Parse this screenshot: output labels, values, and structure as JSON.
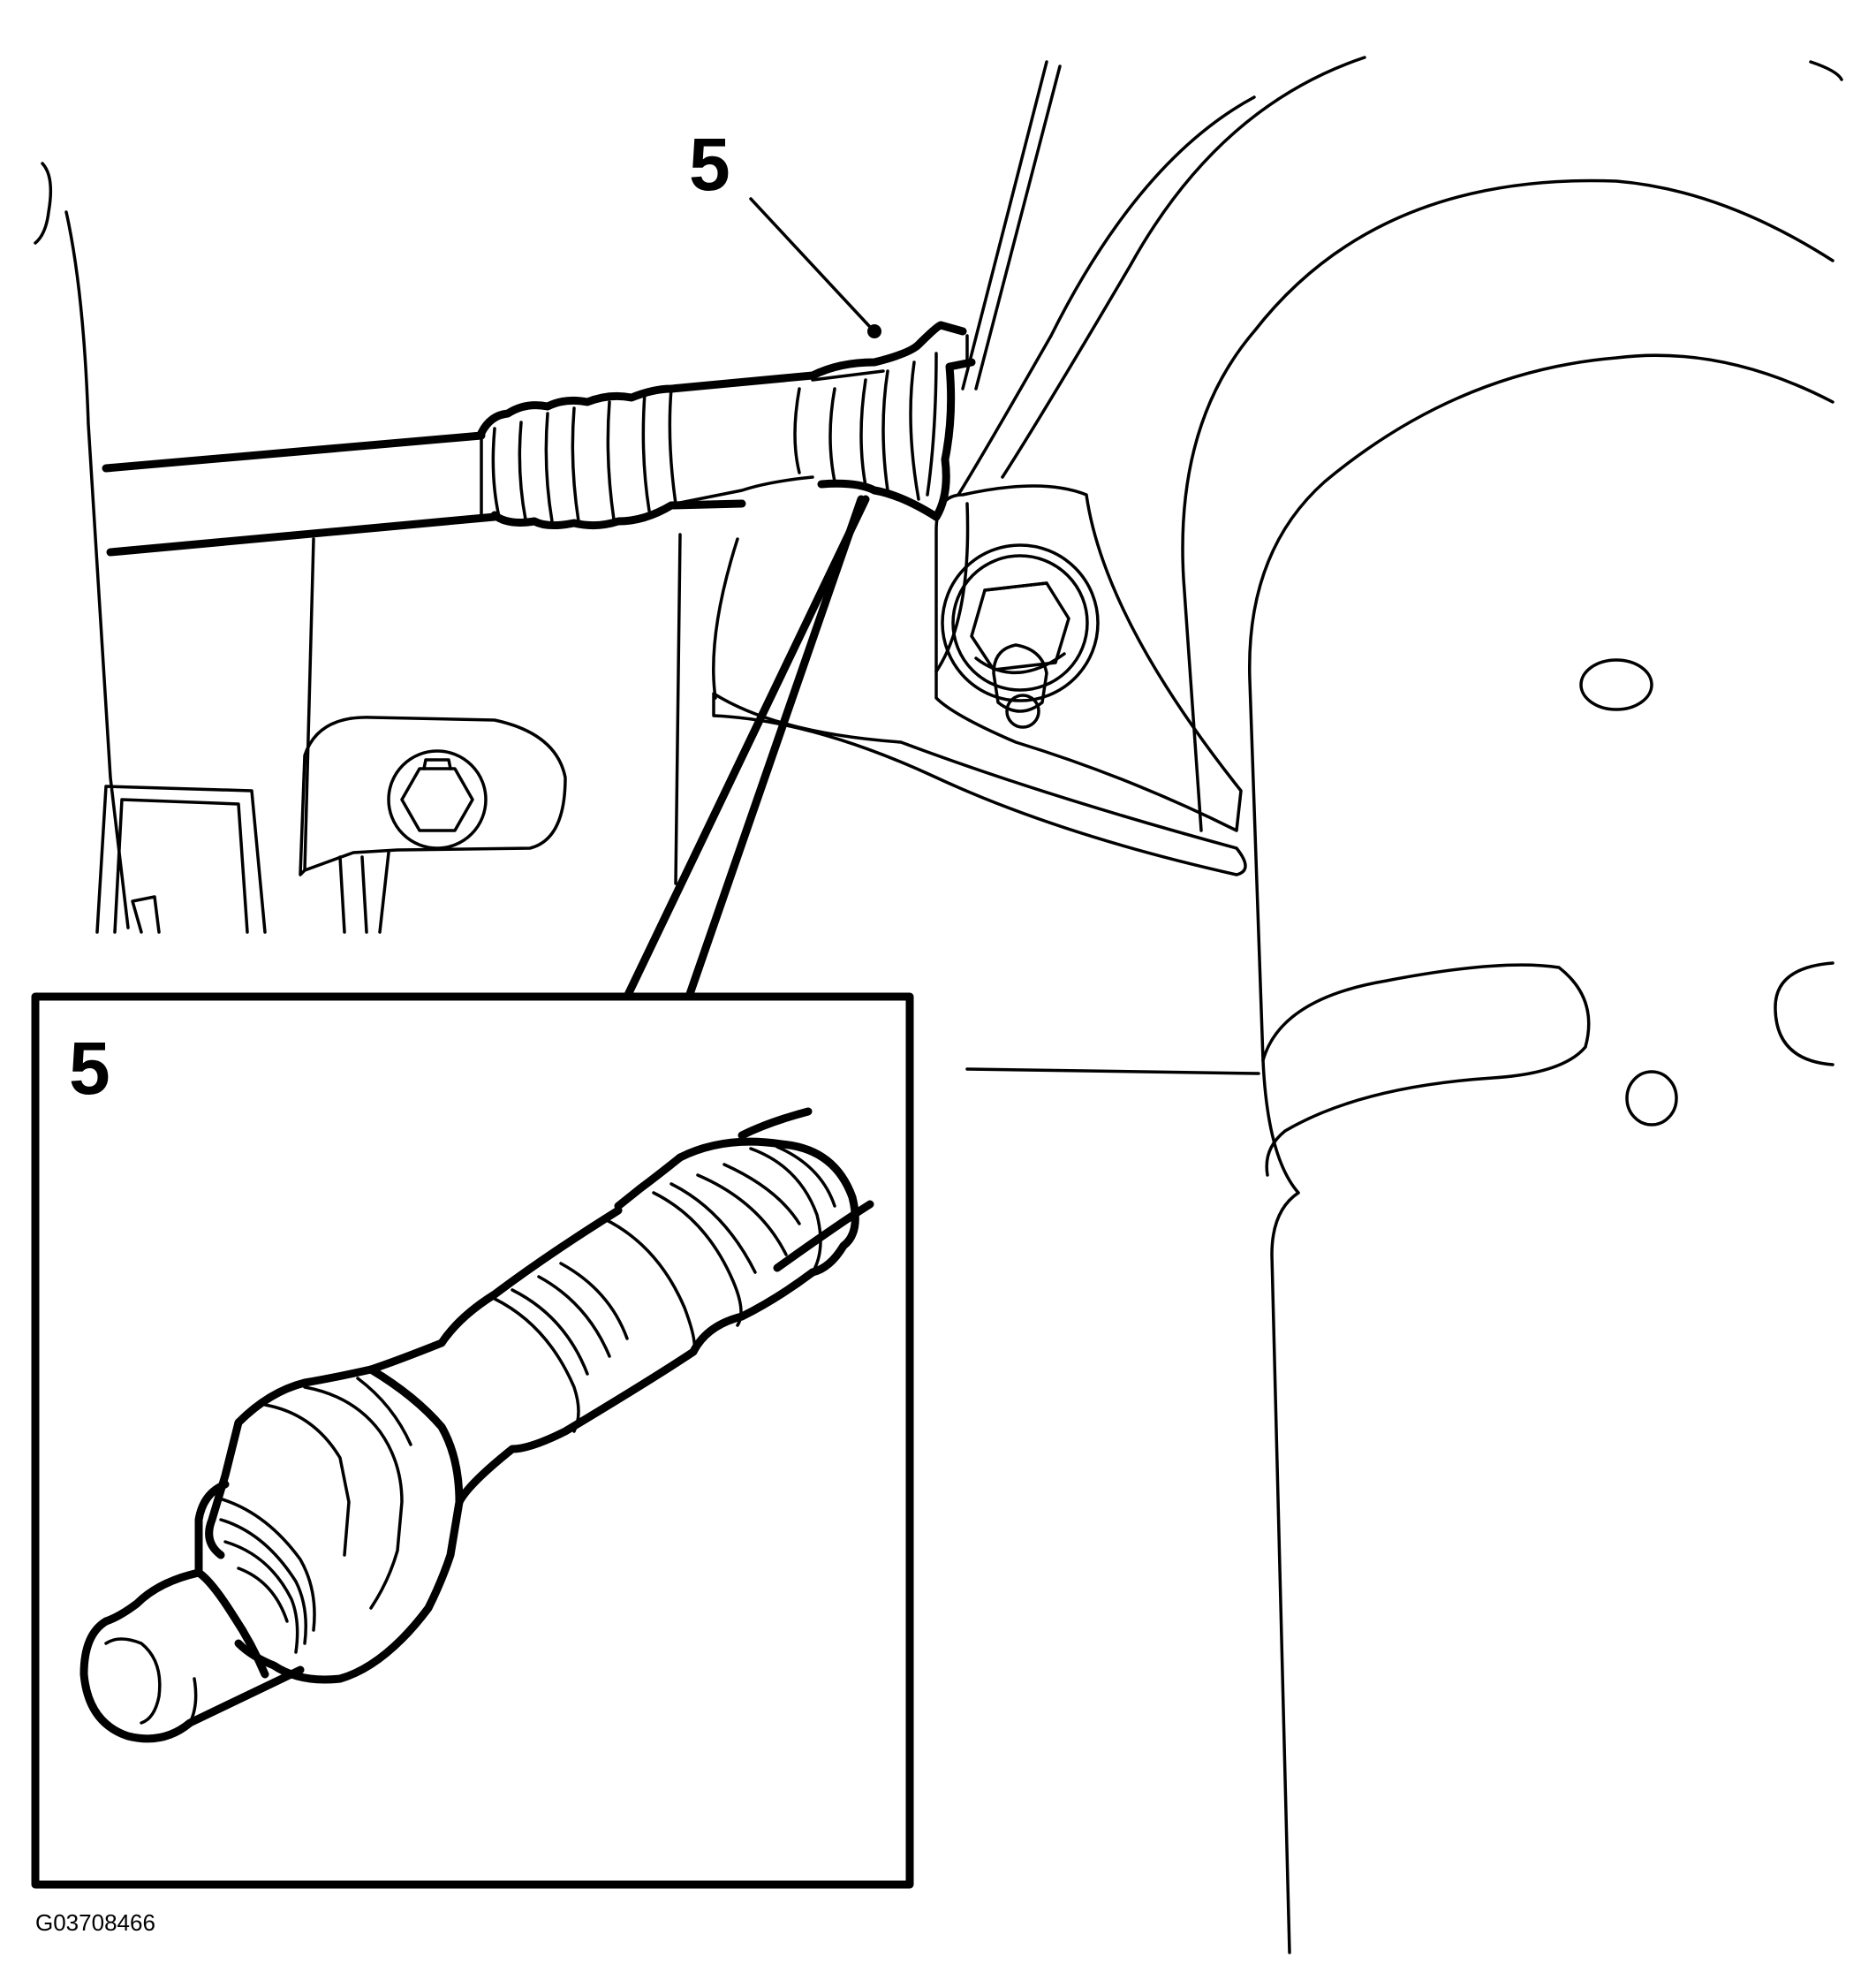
{
  "diagram": {
    "callouts": [
      {
        "id": "main",
        "label": "5"
      },
      {
        "id": "inset",
        "label": "5"
      }
    ],
    "figure_id": "G03708466",
    "colors": {
      "line": "#000000",
      "background": "#ffffff"
    }
  }
}
